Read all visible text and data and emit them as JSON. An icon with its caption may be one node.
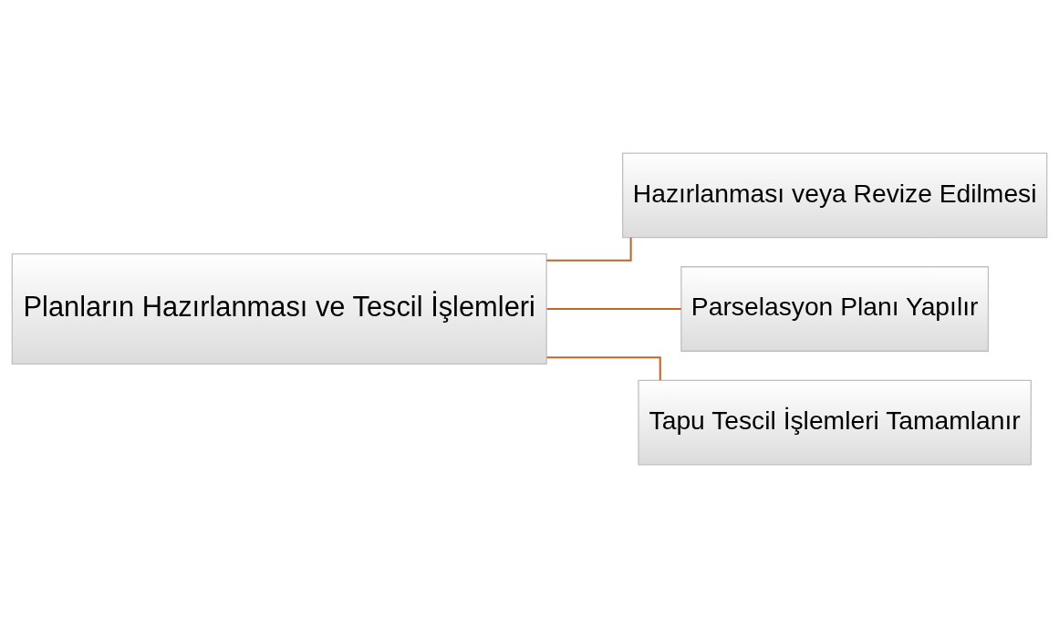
{
  "diagram": {
    "nodes": [
      {
        "text": [
          "Planların Hazırlanması ve Tescil İşlemleri"
        ]
      },
      {
        "text": [
          "Hazırlanması veya Revize Edilmesi"
        ]
      },
      {
        "text": [
          "Parselasyon Planı Yapılır"
        ]
      },
      {
        "text": [
          "Tapu Tescil İşlemleri Tamamlanır"
        ]
      }
    ],
    "edges": [
      {
        "from": 0,
        "to": 1,
        "arrow": "none"
      },
      {
        "from": 0,
        "to": 2,
        "arrow": "none"
      },
      {
        "from": 0,
        "to": 3,
        "arrow": "none"
      }
    ]
  }
}
